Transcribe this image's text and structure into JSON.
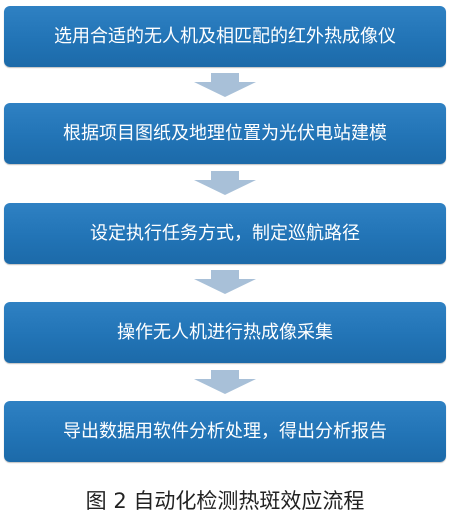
{
  "steps": [
    "选用合适的无人机及相匹配的红外热成像仪",
    "根据项目图纸及地理位置为光伏电站建模",
    "设定执行任务方式，制定巡航路径",
    "操作无人机进行热成像采集",
    "导出数据用软件分析处理，得出分析报告"
  ],
  "caption": "图 2  自动化检测热斑效应流程",
  "colors": {
    "step_fill": "#2274b6",
    "arrow_fill": "#a8c0d8",
    "text": "#ffffff"
  }
}
